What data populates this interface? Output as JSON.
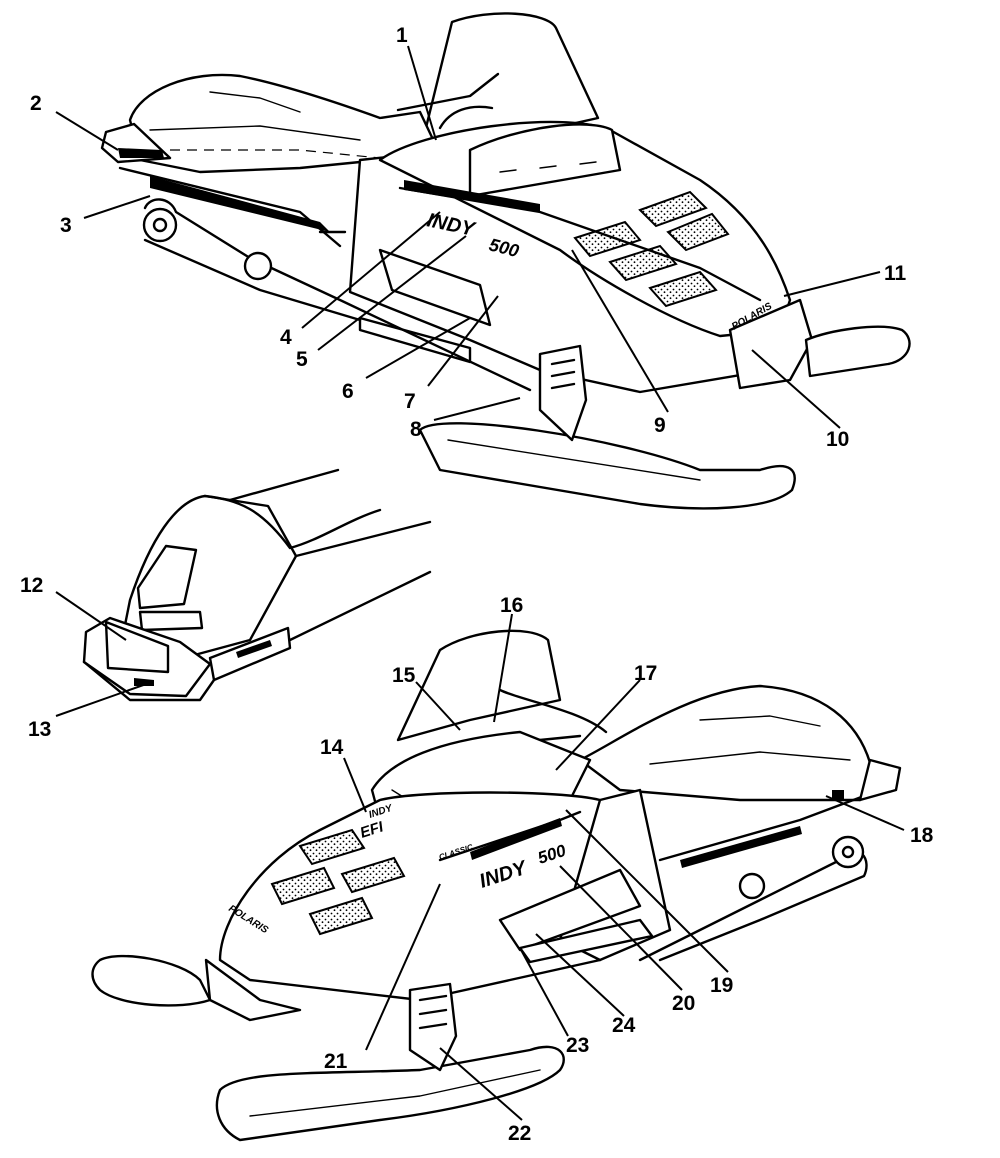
{
  "figure": {
    "type": "exploded decal placement diagram",
    "subject": "snowmobile"
  },
  "decal_text": {
    "model_left": "INDY",
    "model_number_left": "500",
    "model_right": "INDY",
    "model_number_right": "500",
    "brand_nose_left": "POLARIS",
    "brand_nose_right": "POLARIS",
    "dash_label": "INDY",
    "dash_badge": "EFI",
    "stripe_text_right": "CLASSIC"
  },
  "callouts": [
    {
      "number": "1"
    },
    {
      "number": "2"
    },
    {
      "number": "3"
    },
    {
      "number": "4"
    },
    {
      "number": "5"
    },
    {
      "number": "6"
    },
    {
      "number": "7"
    },
    {
      "number": "8"
    },
    {
      "number": "9"
    },
    {
      "number": "10"
    },
    {
      "number": "11"
    },
    {
      "number": "12"
    },
    {
      "number": "13"
    },
    {
      "number": "14"
    },
    {
      "number": "15"
    },
    {
      "number": "16"
    },
    {
      "number": "17"
    },
    {
      "number": "18"
    },
    {
      "number": "19"
    },
    {
      "number": "20"
    },
    {
      "number": "21"
    },
    {
      "number": "22"
    },
    {
      "number": "23"
    },
    {
      "number": "24"
    }
  ],
  "colors": {
    "line": "#000000",
    "background": "#ffffff"
  }
}
